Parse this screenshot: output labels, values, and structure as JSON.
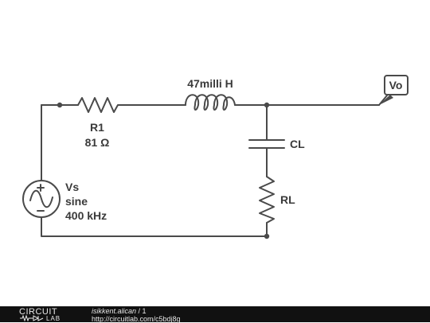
{
  "components": {
    "inductor": {
      "value": "47milli H"
    },
    "resistor_r1": {
      "name": "R1",
      "value": "81 Ω"
    },
    "capacitor": {
      "name": "CL"
    },
    "resistor_load": {
      "name": "RL"
    },
    "source": {
      "name": "Vs",
      "type": "sine",
      "frequency": "400 kHz"
    },
    "probe": {
      "label": "Vo"
    }
  },
  "footer": {
    "logo_top": "CIRCUIT",
    "logo_bottom": "LAB",
    "author": "isikkent.alican",
    "separator": " / ",
    "page": "1",
    "url": "http://circuitlab.com/c5bdj8g"
  },
  "colors": {
    "wire": "#4a4a4a",
    "text": "#3a3a3a",
    "footer_bg": "#111111",
    "footer_text": "#e8e8e8"
  }
}
